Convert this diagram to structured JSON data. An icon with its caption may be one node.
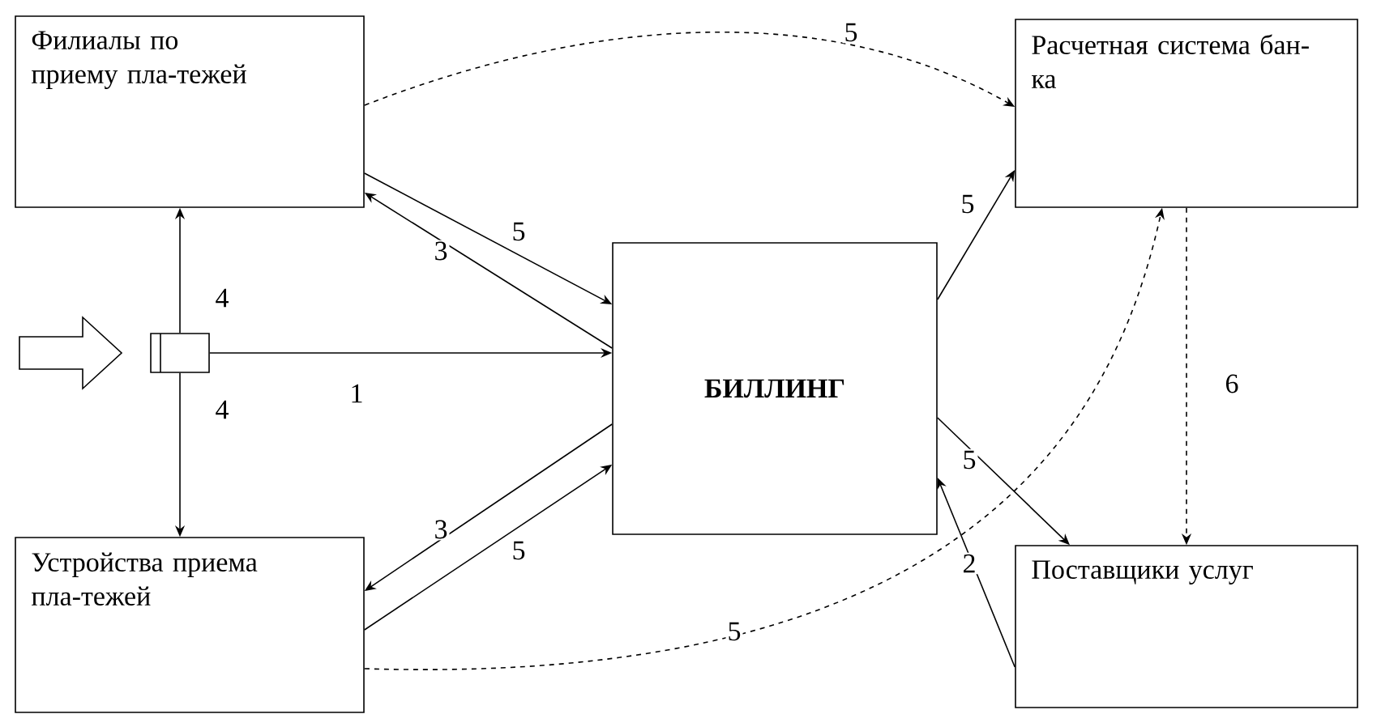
{
  "diagram": {
    "nodes": [
      {
        "text": [
          "Филиалы по приему пла-тежей"
        ]
      },
      {
        "text": [
          "Расчетная система бан-ка"
        ]
      },
      {
        "text": [
          "БИЛЛИНГ"
        ]
      },
      {
        "text": [],
        "shape": "card"
      },
      {
        "text": [
          "Устройства приема пла-тежей"
        ]
      },
      {
        "text": [
          "Поставщики услуг"
        ]
      }
    ],
    "edges": [
      {
        "from": 0,
        "to": 1,
        "arrow": "to",
        "style": "dashed",
        "label": "5"
      },
      {
        "from": 0,
        "to": 2,
        "arrow": "to",
        "label": "5"
      },
      {
        "from": 2,
        "to": 0,
        "arrow": "to",
        "label": "3"
      },
      {
        "from": 3,
        "to": 0,
        "arrow": "to",
        "label": "4"
      },
      {
        "from": 3,
        "to": 2,
        "arrow": "to",
        "label": "1"
      },
      {
        "from": 3,
        "to": 4,
        "arrow": "to",
        "label": "4"
      },
      {
        "from": 2,
        "to": 4,
        "arrow": "to",
        "label": "3"
      },
      {
        "from": 4,
        "to": 2,
        "arrow": "to",
        "label": "5"
      },
      {
        "from": 4,
        "to": 1,
        "arrow": "to",
        "style": "dashed",
        "label": "5"
      },
      {
        "from": 2,
        "to": 1,
        "arrow": "to",
        "label": "5"
      },
      {
        "from": 1,
        "to": 5,
        "arrow": "to",
        "style": "dashed",
        "label": "6"
      },
      {
        "from": 2,
        "to": 5,
        "arrow": "to",
        "label": "5"
      },
      {
        "from": 5,
        "to": 2,
        "arrow": "to",
        "label": "2"
      },
      {
        "from": null,
        "to": 3,
        "arrow": "to",
        "style": "thick"
      }
    ]
  }
}
